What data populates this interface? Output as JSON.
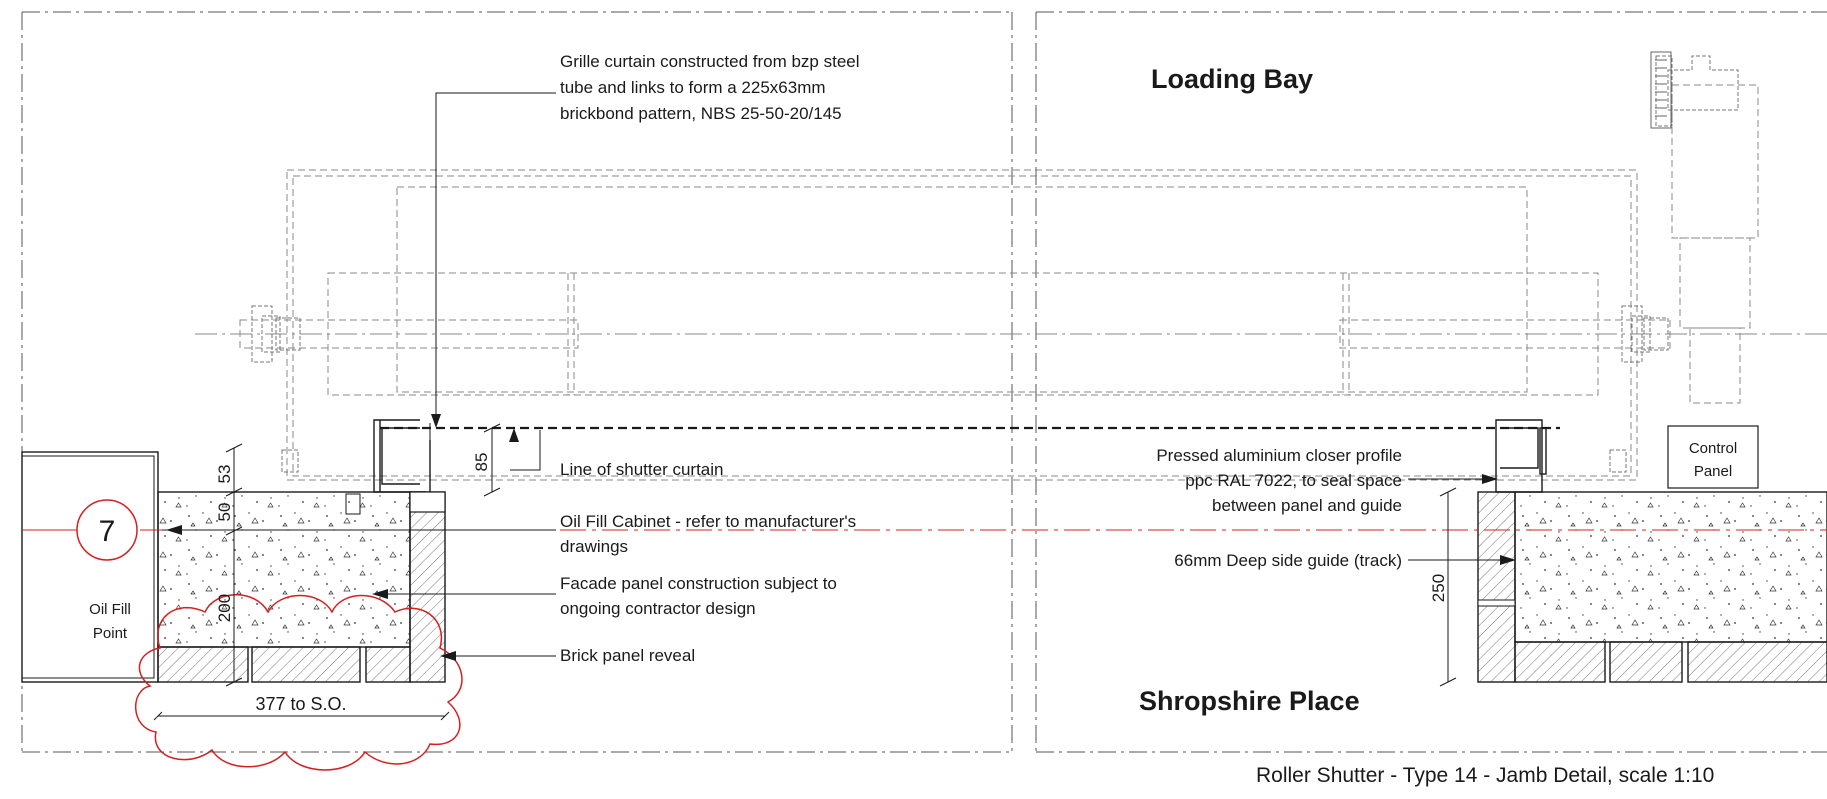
{
  "headings": {
    "loading_bay": "Loading Bay",
    "shropshire_place": "Shropshire Place"
  },
  "caption": "Roller Shutter - Type 14 - Jamb Detail, scale 1:10",
  "notes": {
    "grille_line1": "Grille curtain constructed from bzp steel",
    "grille_line2": "tube and links to form a 225x63mm",
    "grille_line3": "brickbond pattern, NBS  25-50-20/145",
    "shutter_line": "Line of shutter curtain",
    "oil_cabinet_line1": "Oil Fill Cabinet - refer to manufacturer's",
    "oil_cabinet_line2": "drawings",
    "facade_line1": "Facade panel construction subject to",
    "facade_line2": "ongoing contractor design",
    "brick_reveal": "Brick panel reveal",
    "closer_line1": "Pressed aluminium closer profile",
    "closer_line2": "ppc RAL 7022, to seal space",
    "closer_line3": "between panel and guide",
    "side_guide": "66mm Deep side guide (track)"
  },
  "boxes": {
    "oil_fill_line1": "Oil Fill",
    "oil_fill_line2": "Point",
    "control_line1": "Control",
    "control_line2": "Panel"
  },
  "dimensions": {
    "d53": "53",
    "d50": "50",
    "d200": "200",
    "d85": "85",
    "d250": "250",
    "d377": "377 to S.O."
  },
  "grid_marker": "7",
  "colors": {
    "line": "#1a1a1a",
    "dashed": "#888888",
    "revision": "#d42020"
  }
}
